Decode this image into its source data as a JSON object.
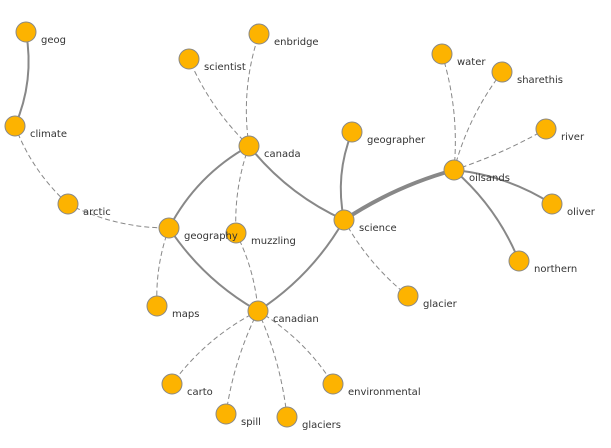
{
  "colors": {
    "node": "#FDB300",
    "node_stroke": "#888888",
    "edge": "#888888"
  },
  "nodes": [
    {
      "id": "geog",
      "label": "geog"
    },
    {
      "id": "climate",
      "label": "climate"
    },
    {
      "id": "arctic",
      "label": "arctic"
    },
    {
      "id": "geography",
      "label": "geography"
    },
    {
      "id": "muzzling",
      "label": "muzzling"
    },
    {
      "id": "canada",
      "label": "canada"
    },
    {
      "id": "scientist",
      "label": "scientist"
    },
    {
      "id": "enbridge",
      "label": "enbridge"
    },
    {
      "id": "science",
      "label": "science"
    },
    {
      "id": "geographer",
      "label": "geographer"
    },
    {
      "id": "oilsands",
      "label": "oilsands"
    },
    {
      "id": "water",
      "label": "water"
    },
    {
      "id": "sharethis",
      "label": "sharethis"
    },
    {
      "id": "river",
      "label": "river"
    },
    {
      "id": "oliver",
      "label": "oliver"
    },
    {
      "id": "northern",
      "label": "northern"
    },
    {
      "id": "glacier",
      "label": "glacier"
    },
    {
      "id": "canadian",
      "label": "canadian"
    },
    {
      "id": "maps",
      "label": "maps"
    },
    {
      "id": "carto",
      "label": "carto"
    },
    {
      "id": "spill",
      "label": "spill"
    },
    {
      "id": "glaciers",
      "label": "glaciers"
    },
    {
      "id": "environmental",
      "label": "environmental"
    }
  ],
  "edges": [
    {
      "source": "geog",
      "target": "climate",
      "style": "solid",
      "weight": 1
    },
    {
      "source": "climate",
      "target": "arctic",
      "style": "dashed",
      "weight": 1
    },
    {
      "source": "arctic",
      "target": "geography",
      "style": "dashed",
      "weight": 1
    },
    {
      "source": "geography",
      "target": "canada",
      "style": "solid",
      "weight": 1
    },
    {
      "source": "canada",
      "target": "scientist",
      "style": "dashed",
      "weight": 1
    },
    {
      "source": "canada",
      "target": "enbridge",
      "style": "dashed",
      "weight": 1
    },
    {
      "source": "canada",
      "target": "muzzling",
      "style": "dashed",
      "weight": 1
    },
    {
      "source": "canada",
      "target": "science",
      "style": "solid",
      "weight": 1
    },
    {
      "source": "geography",
      "target": "canadian",
      "style": "solid",
      "weight": 1
    },
    {
      "source": "geography",
      "target": "maps",
      "style": "dashed",
      "weight": 1
    },
    {
      "source": "muzzling",
      "target": "canadian",
      "style": "dashed",
      "weight": 1
    },
    {
      "source": "science",
      "target": "canadian",
      "style": "solid",
      "weight": 1
    },
    {
      "source": "science",
      "target": "geographer",
      "style": "solid",
      "weight": 1
    },
    {
      "source": "science",
      "target": "oilsands",
      "style": "solid",
      "weight": 3
    },
    {
      "source": "science",
      "target": "glacier",
      "style": "dashed",
      "weight": 1
    },
    {
      "source": "oilsands",
      "target": "water",
      "style": "dashed",
      "weight": 1
    },
    {
      "source": "oilsands",
      "target": "sharethis",
      "style": "dashed",
      "weight": 1
    },
    {
      "source": "oilsands",
      "target": "river",
      "style": "dashed",
      "weight": 1
    },
    {
      "source": "oilsands",
      "target": "oliver",
      "style": "solid",
      "weight": 1
    },
    {
      "source": "oilsands",
      "target": "northern",
      "style": "solid",
      "weight": 1
    },
    {
      "source": "canadian",
      "target": "carto",
      "style": "dashed",
      "weight": 1
    },
    {
      "source": "canadian",
      "target": "spill",
      "style": "dashed",
      "weight": 1
    },
    {
      "source": "canadian",
      "target": "glaciers",
      "style": "dashed",
      "weight": 1
    },
    {
      "source": "canadian",
      "target": "environmental",
      "style": "dashed",
      "weight": 1
    }
  ]
}
